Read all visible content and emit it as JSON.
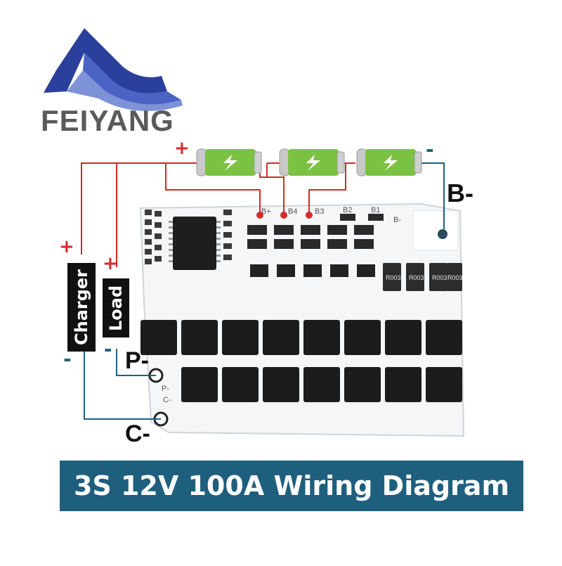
{
  "brand": {
    "name": "FEIYANG",
    "logo_colors": [
      "#2b3f9c",
      "#4a63c4",
      "#7e92d8"
    ]
  },
  "banner": {
    "text": "3S 12V 100A Wiring Diagram",
    "background": "#1f5f7e"
  },
  "wiring": {
    "charger_label": "Charger",
    "load_label": "Load",
    "plus_sign": "+",
    "minus_sign": "-",
    "wire_colors": {
      "positive": "#d42a2a",
      "negative": "#1f5f7e"
    },
    "batteries": [
      "battery-icon",
      "battery-icon",
      "battery-icon"
    ]
  },
  "board": {
    "pad_labels": [
      "B+",
      "B4",
      "B3",
      "B2",
      "B1",
      "B-"
    ],
    "edge_labels": [
      "P-",
      "C-"
    ],
    "resistor_codes": [
      "R003",
      "R003",
      "R003",
      "R003"
    ]
  },
  "pins": {
    "b_minus": "B-",
    "p_minus": "P-",
    "c_minus": "C-"
  }
}
